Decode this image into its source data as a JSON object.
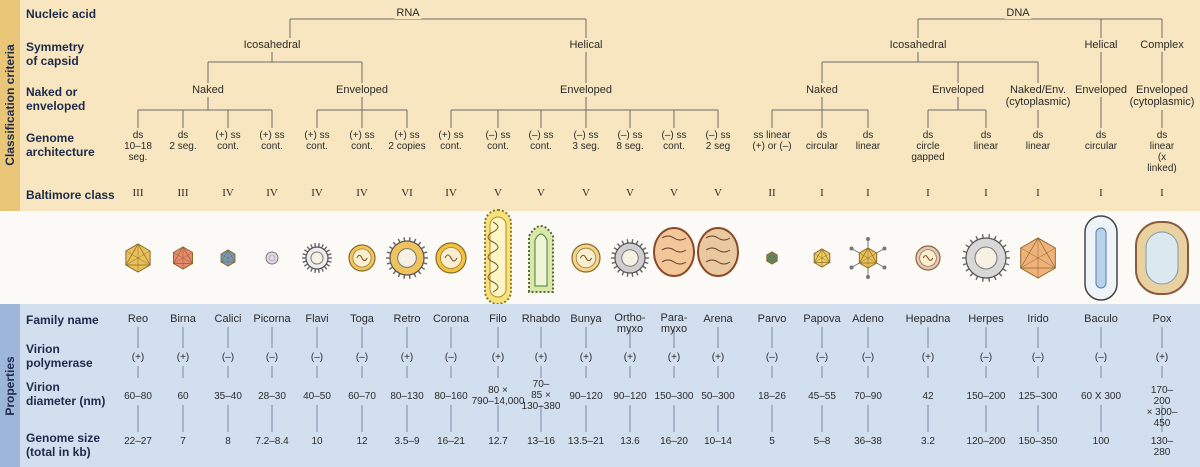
{
  "row_labels": {
    "nucleic_acid": "Nucleic acid",
    "symmetry": "Symmetry\nof capsid",
    "naked_env": "Naked or\nenveloped",
    "genome_arch": "Genome\narchitecture",
    "baltimore": "Baltimore class",
    "family": "Family name",
    "polymerase": "Virion\npolymerase",
    "diameter": "Virion\ndiameter (nm)",
    "genome_size": "Genome size\n(total in kb)"
  },
  "side_labels": {
    "classification": "Classification criteria",
    "properties": "Properties"
  },
  "tree": {
    "nucleic_acid": [
      "RNA",
      "DNA"
    ],
    "symmetry": [
      "Icosahedral",
      "Helical",
      "Icosahedral",
      "Helical",
      "Complex"
    ],
    "envelope": [
      "Naked",
      "Enveloped",
      "Enveloped",
      "Naked",
      "Enveloped",
      "Naked/Env.\n(cytoplasmic)",
      "Enveloped",
      "Enveloped\n(cytoplasmic)"
    ]
  },
  "columns": [
    {
      "genome": "ds\n10–18\nseg.",
      "baltimore": "III",
      "family": "Reo",
      "polymerase": "(+)",
      "diameter": "60–80",
      "genome_size": "22–27",
      "shape": "icosa",
      "color": "#e9c15a"
    },
    {
      "genome": "ds\n2 seg.",
      "baltimore": "III",
      "family": "Birna",
      "polymerase": "(+)",
      "diameter": "60",
      "genome_size": "7",
      "shape": "icosa",
      "color": "#e98770"
    },
    {
      "genome": "(+) ss\ncont.",
      "baltimore": "IV",
      "family": "Calici",
      "polymerase": "(–)",
      "diameter": "35–40",
      "genome_size": "8",
      "shape": "icosa",
      "color": "#6f9fd2"
    },
    {
      "genome": "(+) ss\ncont.",
      "baltimore": "IV",
      "family": "Picorna",
      "polymerase": "(–)",
      "diameter": "28–30",
      "genome_size": "7.2–8.4",
      "shape": "small",
      "color": "#e4d6e6"
    },
    {
      "genome": "(+) ss\ncont.",
      "baltimore": "IV",
      "family": "Flavi",
      "polymerase": "(–)",
      "diameter": "40–50",
      "genome_size": "10",
      "shape": "spiky",
      "color": "#eeeeee"
    },
    {
      "genome": "(+) ss\ncont.",
      "baltimore": "IV",
      "family": "Toga",
      "polymerase": "(–)",
      "diameter": "60–70",
      "genome_size": "12",
      "shape": "round",
      "color": "#efc75e"
    },
    {
      "genome": "(+) ss\n2 copies",
      "baltimore": "VI",
      "family": "Retro",
      "polymerase": "(+)",
      "diameter": "80–130",
      "genome_size": "3.5–9",
      "shape": "spiky",
      "color": "#f0c35c"
    },
    {
      "genome": "(+) ss\ncont.",
      "baltimore": "IV",
      "family": "Corona",
      "polymerase": "(–)",
      "diameter": "80–160",
      "genome_size": "16–21",
      "shape": "round",
      "color": "#f2c33a"
    },
    {
      "genome": "(–) ss\ncont.",
      "baltimore": "V",
      "family": "Filo",
      "polymerase": "(+)",
      "diameter": "80 ×\n790–14,000",
      "genome_size": "12.7",
      "shape": "rod",
      "color": "#f6e27a"
    },
    {
      "genome": "(–) ss\ncont.",
      "baltimore": "V",
      "family": "Rhabdo",
      "polymerase": "(+)",
      "diameter": "70–\n85 ×\n130–380",
      "genome_size": "13–16",
      "shape": "bullet",
      "color": "#d9e7a8"
    },
    {
      "genome": "(–) ss\n3 seg.",
      "baltimore": "V",
      "family": "Bunya",
      "polymerase": "(+)",
      "diameter": "90–120",
      "genome_size": "13.5–21",
      "shape": "round",
      "color": "#f2d48a"
    },
    {
      "genome": "(–) ss\n8 seg.",
      "baltimore": "V",
      "family": "Ortho-\nmyxo",
      "polymerase": "(+)",
      "diameter": "90–120",
      "genome_size": "13.6",
      "shape": "spiky",
      "color": "#cfcfcf"
    },
    {
      "genome": "(–) ss\ncont.",
      "baltimore": "V",
      "family": "Para-\nmyxo",
      "polymerase": "(+)",
      "diameter": "150–300",
      "genome_size": "16–20",
      "shape": "blob",
      "color": "#f2c89a"
    },
    {
      "genome": "(–) ss\n2 seg",
      "baltimore": "V",
      "family": "Arena",
      "polymerase": "(+)",
      "diameter": "50–300",
      "genome_size": "10–14",
      "shape": "blob",
      "color": "#e9c9a0"
    },
    {
      "genome": "ss linear\n(+) or (–)",
      "baltimore": "II",
      "family": "Parvo",
      "polymerase": "(–)",
      "diameter": "18–26",
      "genome_size": "5",
      "shape": "icosa",
      "color": "#4f8f77"
    },
    {
      "genome": "ds\ncircular",
      "baltimore": "I",
      "family": "Papova",
      "polymerase": "(–)",
      "diameter": "45–55",
      "genome_size": "5–8",
      "shape": "icosa",
      "color": "#f1d260"
    },
    {
      "genome": "ds\nlinear",
      "baltimore": "I",
      "family": "Adeno",
      "polymerase": "(–)",
      "diameter": "70–90",
      "genome_size": "36–38",
      "shape": "adeno",
      "color": "#e9c15a"
    },
    {
      "genome": "ds\ncircle\ngapped",
      "baltimore": "I",
      "family": "Hepadna",
      "polymerase": "(+)",
      "diameter": "42",
      "genome_size": "3.2",
      "shape": "round",
      "color": "#e6c4c8"
    },
    {
      "genome": "ds\nlinear",
      "baltimore": "I",
      "family": "Herpes",
      "polymerase": "(–)",
      "diameter": "150–200",
      "genome_size": "120–200",
      "shape": "spiky",
      "color": "#d8d8d8"
    },
    {
      "genome": "ds\nlinear",
      "baltimore": "I",
      "family": "Irido",
      "polymerase": "(–)",
      "diameter": "125–300",
      "genome_size": "150–350",
      "shape": "icosa",
      "color": "#f0b27a"
    },
    {
      "genome": "ds\ncircular",
      "baltimore": "I",
      "family": "Baculo",
      "polymerase": "(–)",
      "diameter": "60 X 300",
      "genome_size": "100",
      "shape": "capsule",
      "color": "#b9d2ea"
    },
    {
      "genome": "ds\nlinear\n(x linked)",
      "baltimore": "I",
      "family": "Pox",
      "polymerase": "(+)",
      "diameter": "170–200\n× 300–450",
      "genome_size": "130–280",
      "shape": "pox",
      "color": "#ead1a0"
    }
  ]
}
